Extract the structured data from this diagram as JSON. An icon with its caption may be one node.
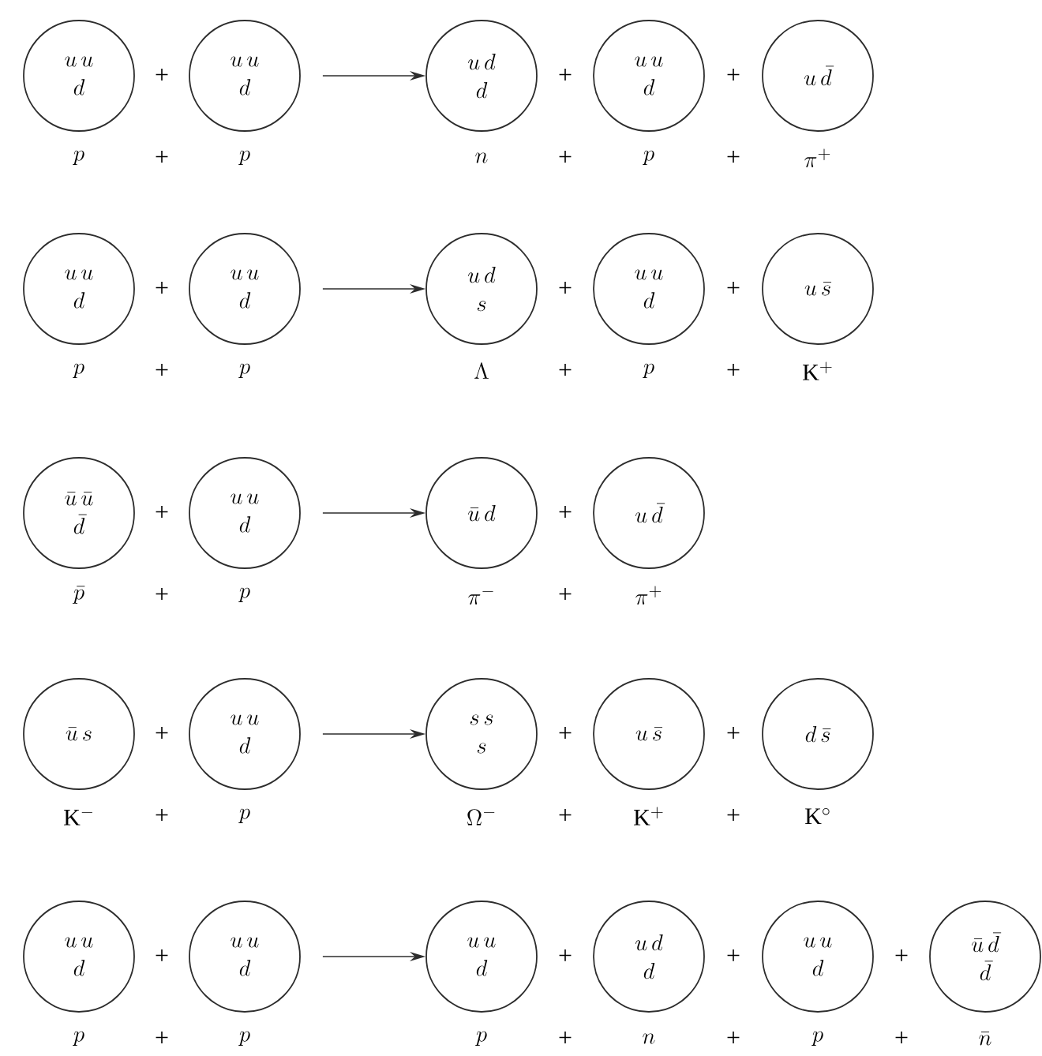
{
  "diagram": {
    "nodes": [
      {
        "text": [
          "u\\,u",
          "d"
        ],
        "beside": [
          "p"
        ]
      },
      {
        "text": [
          "u\\,u",
          "d"
        ],
        "beside": [
          "p"
        ]
      },
      {
        "text": [
          "u\\,d",
          "d"
        ],
        "beside": [
          "n"
        ]
      },
      {
        "text": [
          "u\\,u",
          "d"
        ],
        "beside": [
          "p"
        ]
      },
      {
        "text": [
          "u\\,\\bar{d}"
        ],
        "beside": [
          "\\pi^{+}"
        ]
      },
      {
        "text": [
          "u\\,u",
          "d"
        ],
        "beside": [
          "p"
        ]
      },
      {
        "text": [
          "u\\,u",
          "d"
        ],
        "beside": [
          "p"
        ]
      },
      {
        "text": [
          "u\\,d",
          "s"
        ],
        "beside": [
          "\\Lambda"
        ]
      },
      {
        "text": [
          "u\\,u",
          "d"
        ],
        "beside": [
          "p"
        ]
      },
      {
        "text": [
          "u\\,\\bar{s}"
        ],
        "beside": [
          "\\mathrm{K}^{+}"
        ]
      },
      {
        "text": [
          "\\bar{u}\\,\\bar{u}",
          "\\bar{d}"
        ],
        "beside": [
          "\\bar{p}"
        ]
      },
      {
        "text": [
          "u\\,u",
          "d"
        ],
        "beside": [
          "p"
        ]
      },
      {
        "text": [
          "\\bar{u}\\,d"
        ],
        "beside": [
          "\\pi^{-}"
        ]
      },
      {
        "text": [
          "u\\,\\bar{d}"
        ],
        "beside": [
          "\\pi^{+}"
        ]
      },
      {
        "text": [
          "\\bar{u}\\,s"
        ],
        "beside": [
          "\\mathrm{K}^{-}"
        ]
      },
      {
        "text": [
          "u\\,u",
          "d"
        ],
        "beside": [
          "p"
        ]
      },
      {
        "text": [
          "s\\,s",
          "s"
        ],
        "beside": [
          "\\Omega^{-}"
        ]
      },
      {
        "text": [
          "u\\,\\bar{s}"
        ],
        "beside": [
          "\\mathrm{K}^{+}"
        ]
      },
      {
        "text": [
          "d\\,\\bar{s}"
        ],
        "beside": [
          "\\mathrm{K}^{\\circ}"
        ]
      },
      {
        "text": [
          "u\\,u",
          "d"
        ],
        "beside": [
          "p"
        ]
      },
      {
        "text": [
          "u\\,u",
          "d"
        ],
        "beside": [
          "p"
        ]
      },
      {
        "text": [
          "u\\,u",
          "d"
        ],
        "beside": [
          "p"
        ]
      },
      {
        "text": [
          "u\\,d",
          "d"
        ],
        "beside": [
          "n"
        ]
      },
      {
        "text": [
          "u\\,u",
          "d"
        ],
        "beside": [
          "p"
        ]
      },
      {
        "text": [
          "\\bar{u}\\,\\bar{d}",
          "\\bar{d}"
        ],
        "beside": [
          "\\bar{n}"
        ]
      }
    ],
    "edges": [
      {
        "from": 1,
        "to": 2,
        "arrow": "to"
      },
      {
        "from": 6,
        "to": 7,
        "arrow": "to"
      },
      {
        "from": 11,
        "to": 12,
        "arrow": "to"
      },
      {
        "from": 15,
        "to": 16,
        "arrow": "to"
      },
      {
        "from": 20,
        "to": 21,
        "arrow": "to"
      }
    ],
    "labels": [
      "+",
      "+",
      "+",
      "+",
      "+",
      "+",
      "+",
      "+",
      "+",
      "+",
      "+",
      "+",
      "+",
      "+",
      "+",
      "+",
      "+",
      "+",
      "+",
      "+",
      "+",
      "+",
      "+",
      "+",
      "+",
      "+",
      "+",
      "+",
      "+",
      "+"
    ]
  }
}
